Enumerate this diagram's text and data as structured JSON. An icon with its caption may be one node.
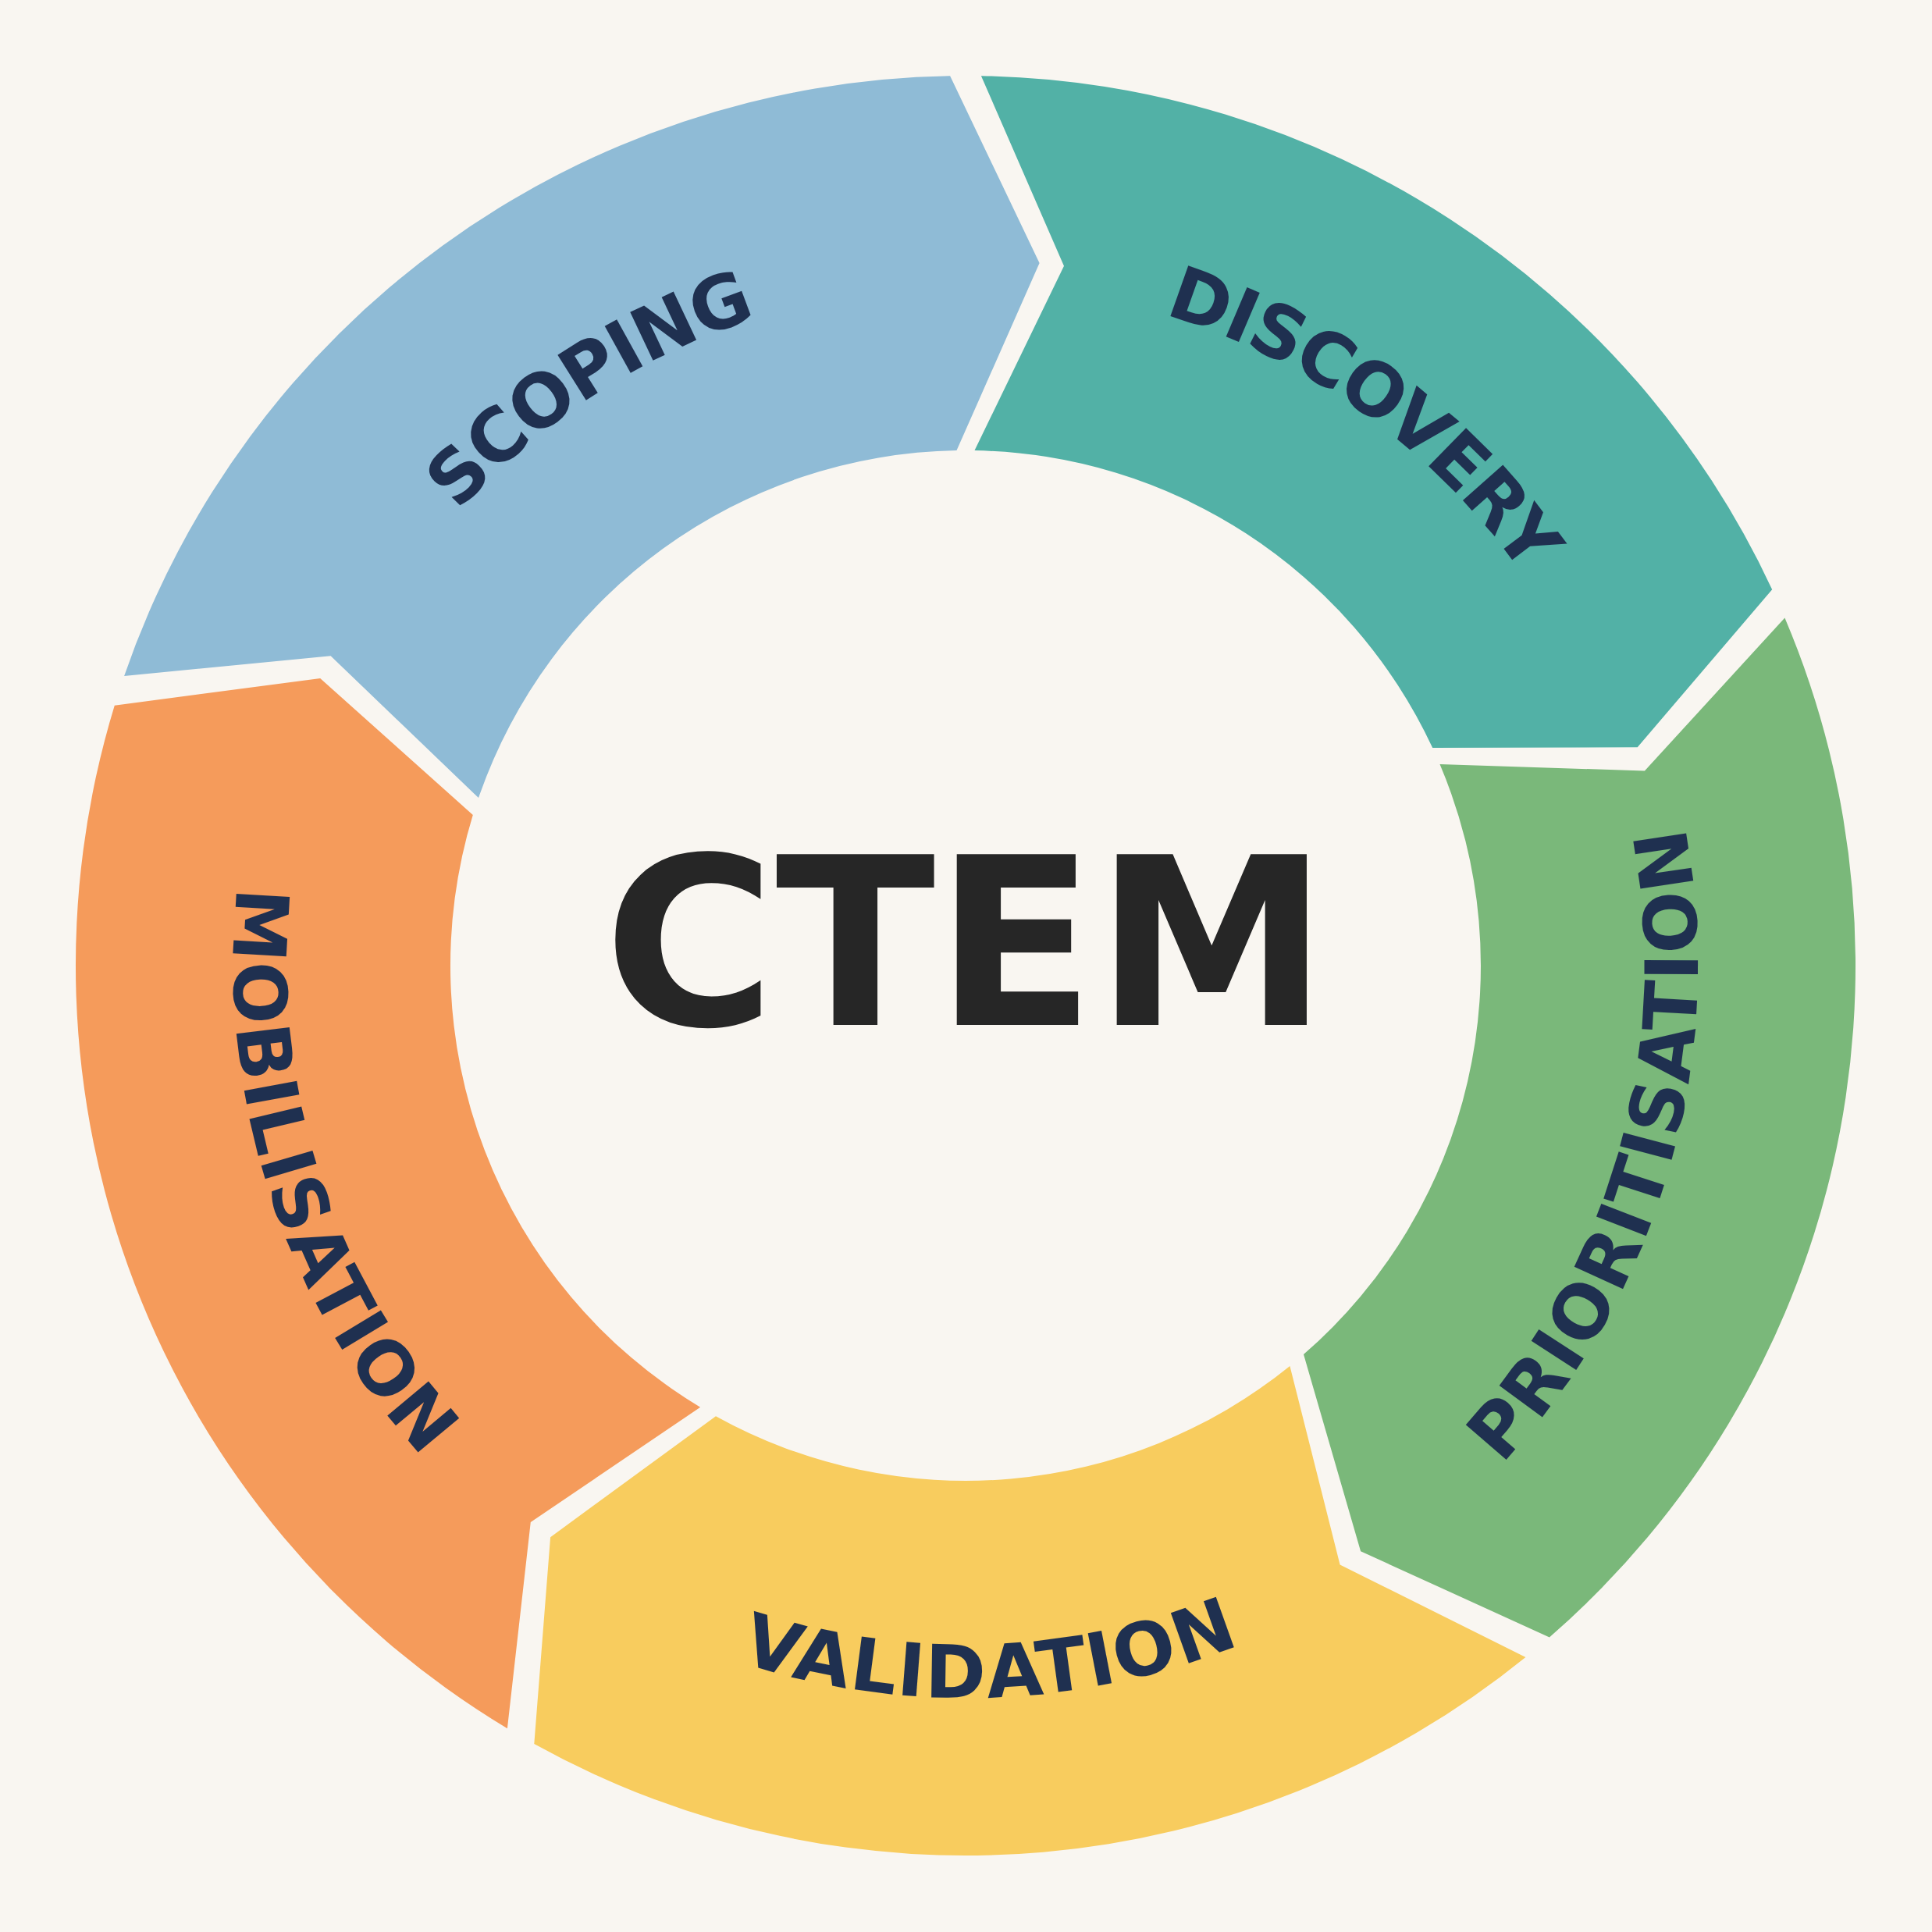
{
  "diagram": {
    "nodes": [
      {
        "text": [
          "SCOPING"
        ]
      },
      {
        "text": [
          "DISCOVERY"
        ]
      },
      {
        "text": [
          "PRIORITISATION"
        ]
      },
      {
        "text": [
          "VALIDATION"
        ]
      },
      {
        "text": [
          "MOBILISATION"
        ]
      }
    ],
    "labels": [
      "CTEM"
    ]
  }
}
